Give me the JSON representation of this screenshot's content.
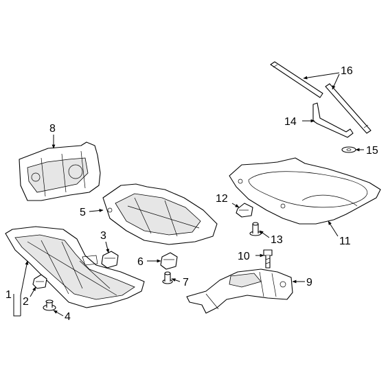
{
  "callouts": {
    "c1": "1",
    "c2": "2",
    "c3": "3",
    "c4": "4",
    "c5": "5",
    "c6": "6",
    "c7": "7",
    "c8": "8",
    "c9": "9",
    "c10": "10",
    "c11": "11",
    "c12": "12",
    "c13": "13",
    "c14": "14",
    "c15": "15",
    "c16": "16"
  },
  "colors": {
    "line": "#000000",
    "background": "#ffffff",
    "shade": "#e6e6e6"
  }
}
